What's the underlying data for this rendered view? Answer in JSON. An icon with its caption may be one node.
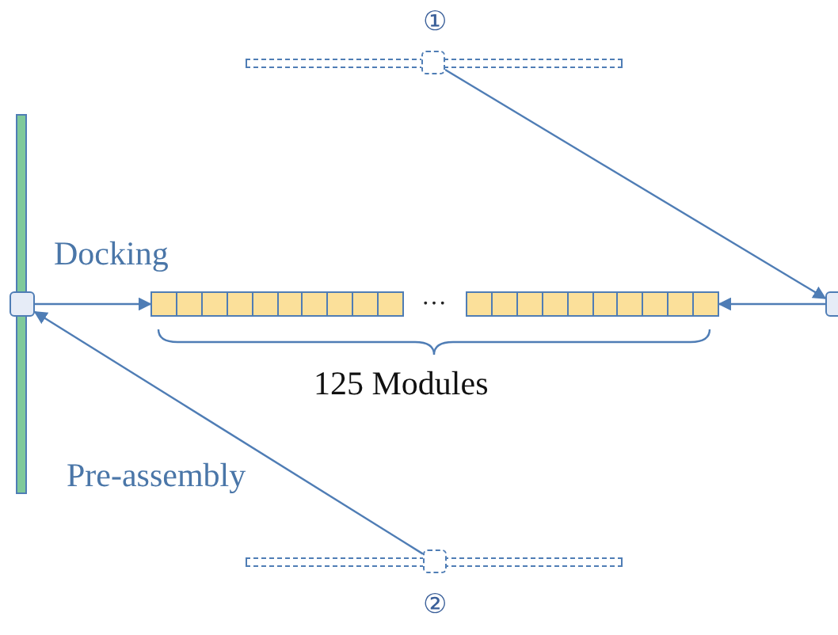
{
  "diagram": {
    "nodes": [
      {
        "text": [],
        "shape": "bar"
      },
      {
        "text": [],
        "shape": "box"
      },
      {
        "text": [],
        "shape": "bar"
      },
      {
        "text": [],
        "shape": "bar"
      },
      {
        "text": [],
        "shape": "box"
      },
      {
        "text": [],
        "shape": "bar",
        "beside": [
          "①"
        ]
      },
      {
        "text": [],
        "shape": "box"
      },
      {
        "text": [],
        "shape": "bar",
        "beside": [
          "②"
        ]
      },
      {
        "text": [],
        "shape": "box"
      }
    ],
    "edges": [
      {
        "from": 6,
        "to": 4,
        "arrow": "to"
      },
      {
        "from": 4,
        "to": 3,
        "arrow": "to"
      },
      {
        "from": 1,
        "to": 2,
        "arrow": "to"
      },
      {
        "from": 8,
        "to": 1,
        "arrow": "to"
      }
    ],
    "labels": [
      "Docking",
      "…",
      "125 Modules",
      "Pre-assembly"
    ]
  }
}
